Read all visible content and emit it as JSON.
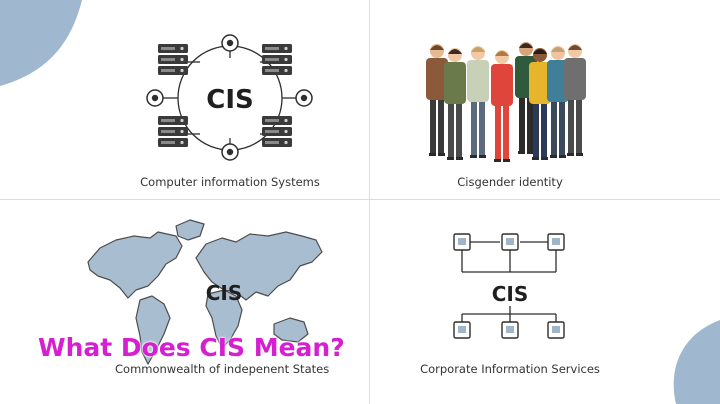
{
  "headline": "What Does CIS Mean?",
  "panels": {
    "computer": {
      "center_label": "CIS",
      "caption": "Computer information Systems"
    },
    "gender": {
      "caption": "Cisgender identity"
    },
    "map": {
      "center_label": "CIS",
      "caption": "Commonwealth of indepenent States"
    },
    "corporate": {
      "center_label": "CIS",
      "caption": "Corporate Information Services"
    }
  },
  "colors": {
    "accent_pink": "#d51fd1",
    "corner_blob": "#9fb8cf",
    "map_fill": "#a9bdd0",
    "map_stroke": "#4d4d4d",
    "line_dark": "#2e2e2e"
  }
}
